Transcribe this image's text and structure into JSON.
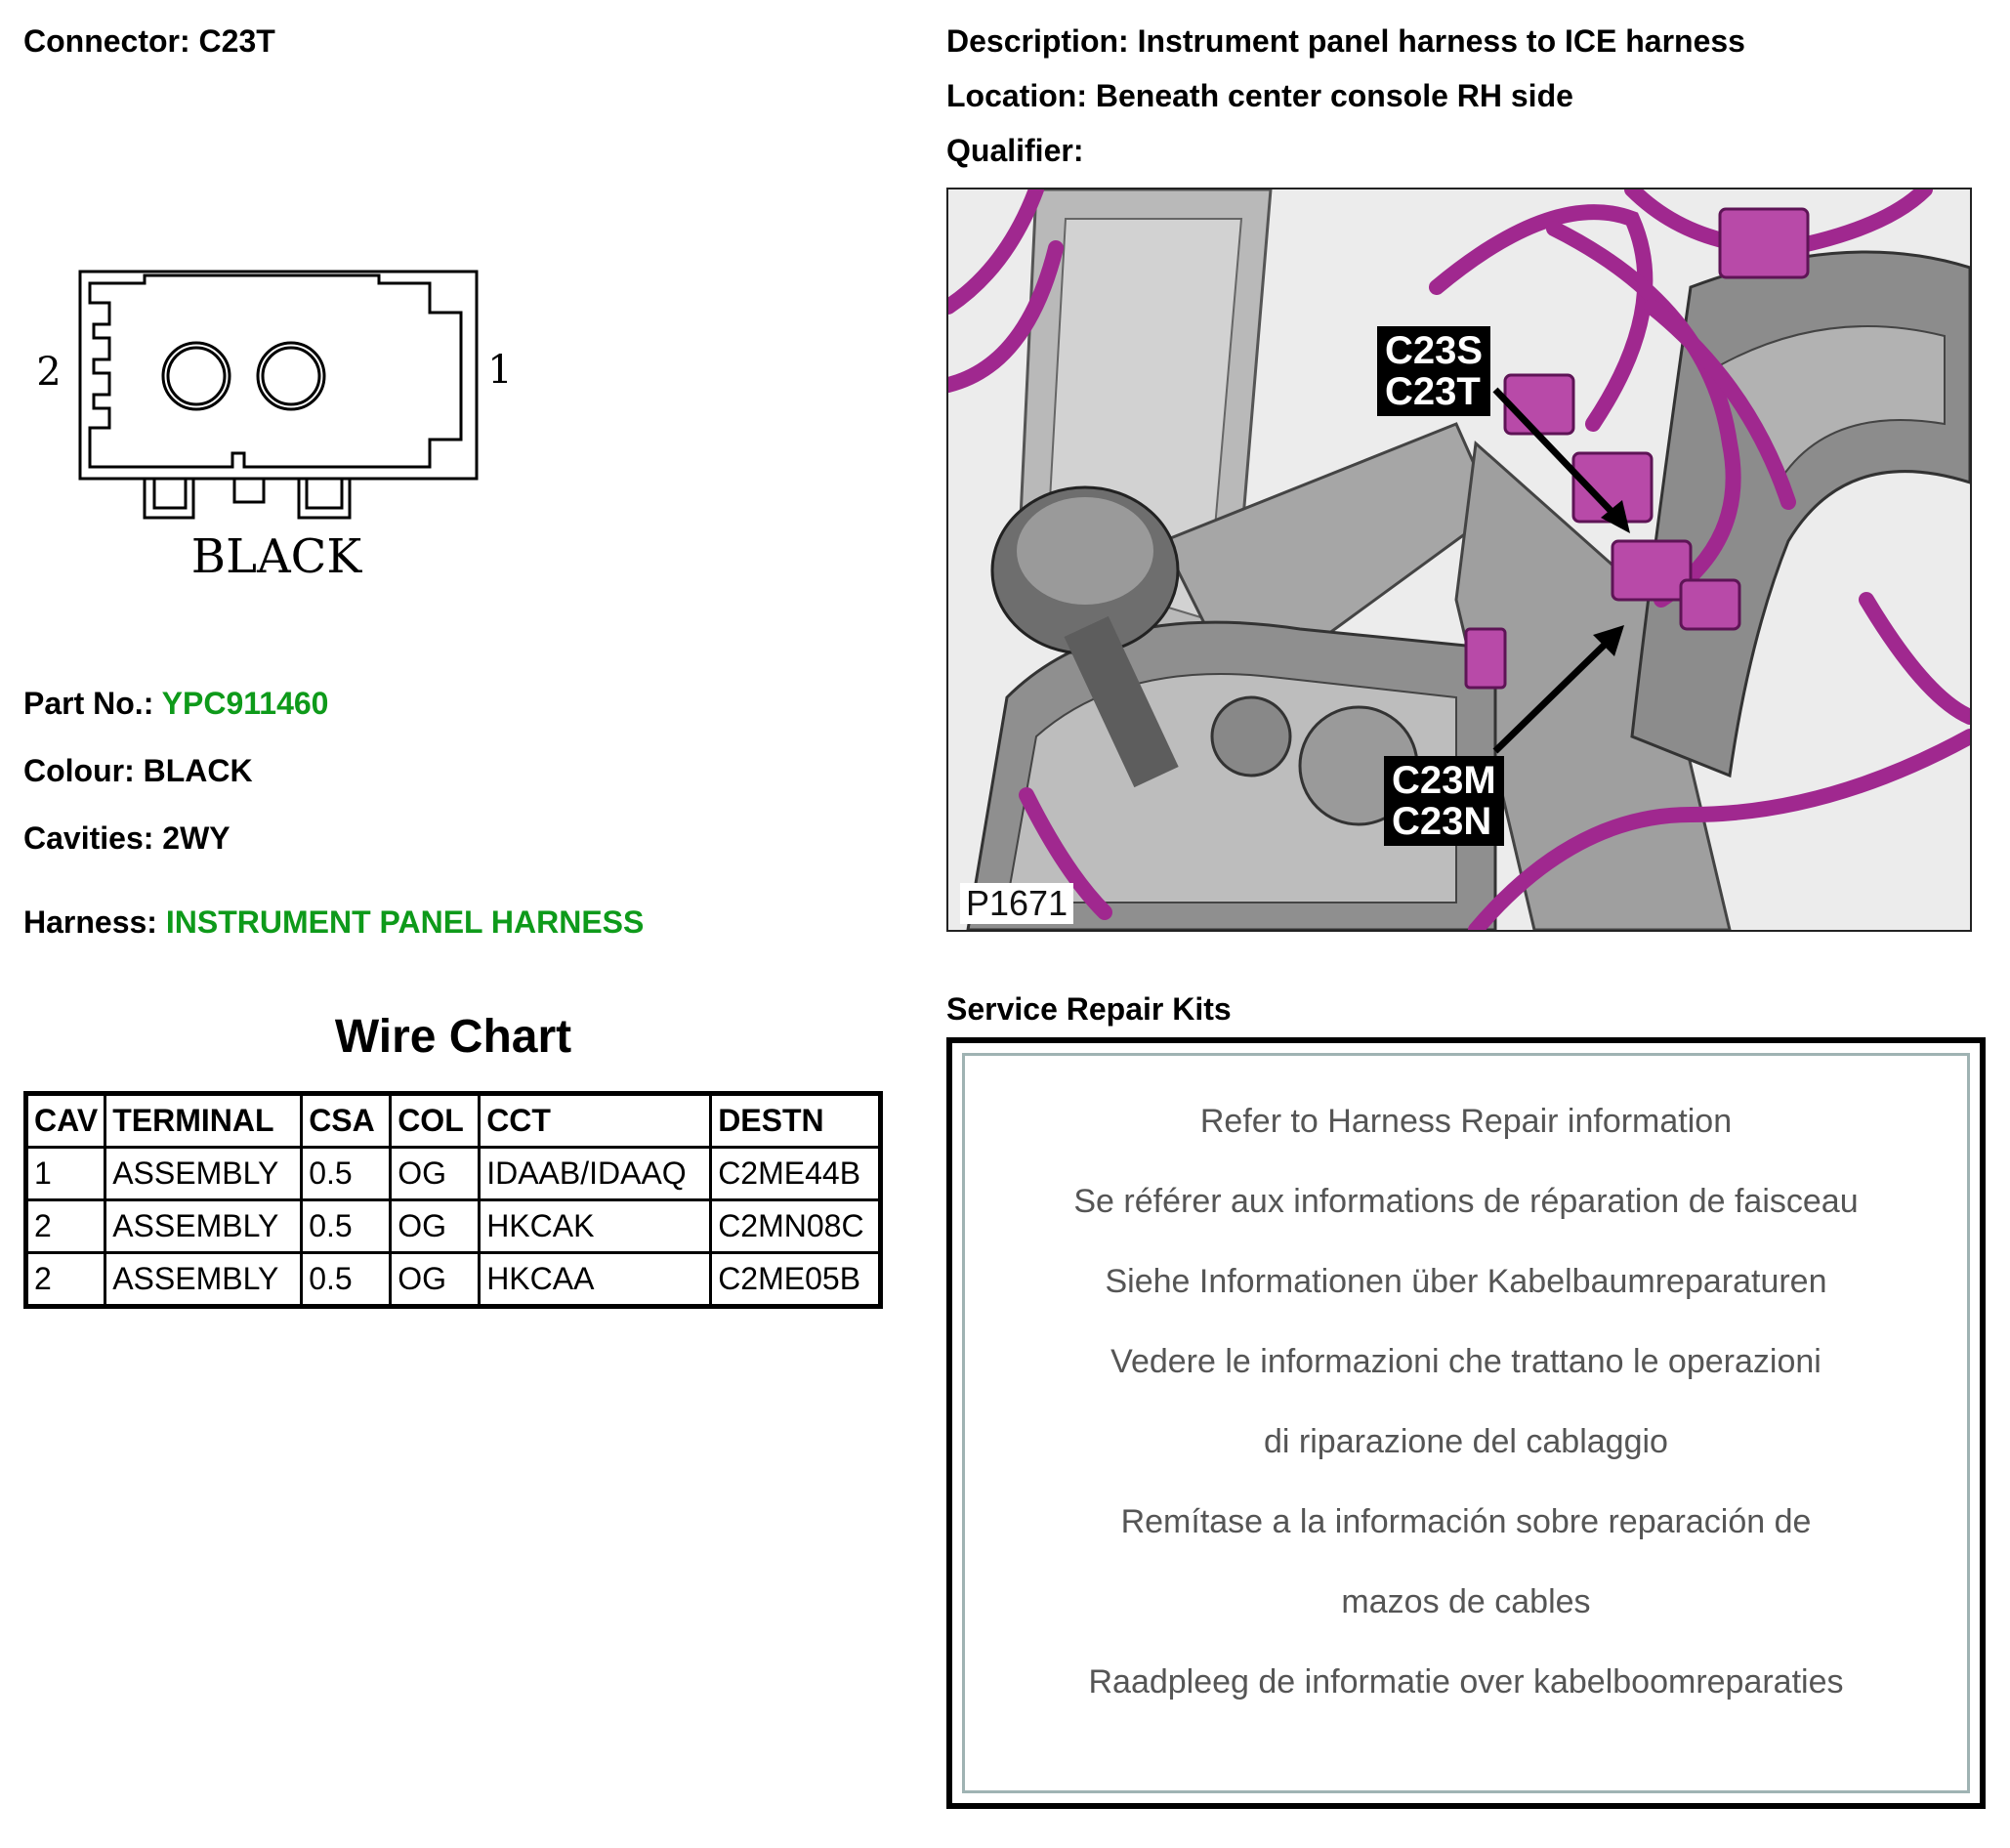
{
  "header": {
    "connector_label": "Connector:",
    "connector_value": "C23T",
    "description_label": "Description:",
    "description_value": "Instrument panel harness to ICE harness",
    "location_label": "Location:",
    "location_value": "Beneath center console RH side",
    "qualifier_label": "Qualifier:"
  },
  "diagram": {
    "pin_left": "2",
    "pin_right": "1",
    "color_caption": "BLACK"
  },
  "details": {
    "part_no_label": "Part No.:",
    "part_no_value": "YPC911460",
    "colour_label": "Colour:",
    "colour_value": "BLACK",
    "cavities_label": "Cavities:",
    "cavities_value": "2WY",
    "harness_label": "Harness:",
    "harness_value": "INSTRUMENT PANEL HARNESS",
    "link_color": "#0e9a1a"
  },
  "wire_chart": {
    "title": "Wire Chart",
    "columns": [
      "CAV",
      "TERMINAL",
      "CSA",
      "COL",
      "CCT",
      "DESTN"
    ],
    "rows": [
      [
        "1",
        "ASSEMBLY",
        "0.5",
        "OG",
        "IDAAB/IDAAQ",
        "C2ME44B"
      ],
      [
        "2",
        "ASSEMBLY",
        "0.5",
        "OG",
        "HKCAK",
        "C2MN08C"
      ],
      [
        "2",
        "ASSEMBLY",
        "0.5",
        "OG",
        "HKCAA",
        "C2ME05B"
      ]
    ]
  },
  "photo": {
    "callout_upper": [
      "C23S",
      "C23T"
    ],
    "callout_lower": [
      "C23M",
      "C23N"
    ],
    "reference": "P1671",
    "harness_color": "#a0288f"
  },
  "service_kits": {
    "heading": "Service Repair Kits",
    "lines": [
      "Refer to Harness Repair information",
      "Se référer aux informations de réparation de faisceau",
      "Siehe Informationen über Kabelbaumreparaturen",
      "Vedere le informazioni che trattano le operazioni",
      "di riparazione del cablaggio",
      "Remítase a la información sobre reparación de",
      "mazos de cables",
      "Raadpleeg de informatie over kabelboomreparaties"
    ]
  }
}
